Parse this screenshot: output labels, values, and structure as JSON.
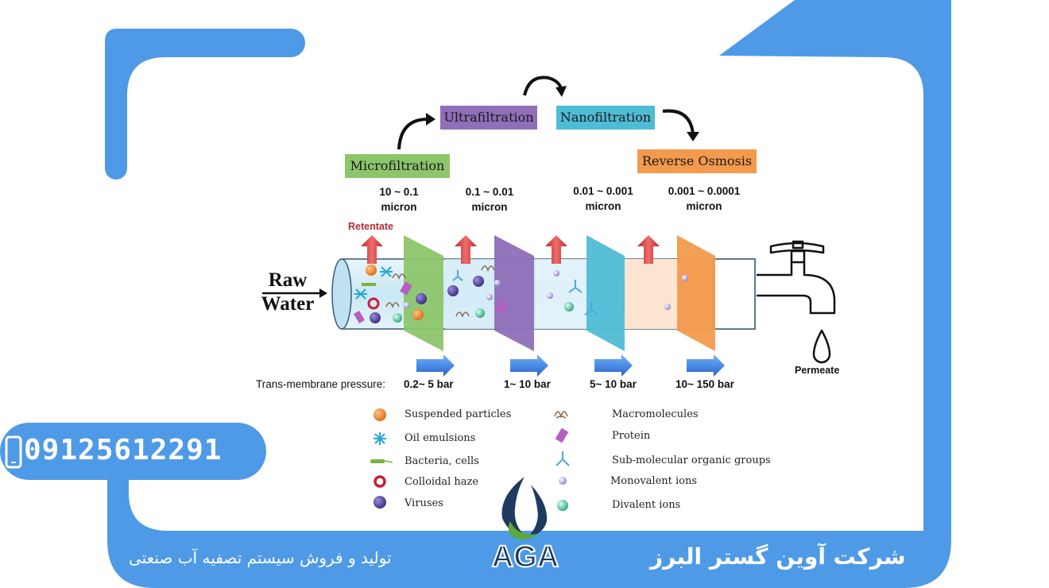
{
  "stages": [
    {
      "name": "Microfiltration",
      "color": "#8cc56a",
      "size": "10 ~ 0.1\nmicron",
      "pressure": "0.2~ 5 bar"
    },
    {
      "name": "Ultrafiltration",
      "color": "#8e6fb8",
      "size": "0.1 ~ 0.01\nmicron",
      "pressure": "1~ 10 bar"
    },
    {
      "name": "Nanofiltration",
      "color": "#4fbcd5",
      "size": "0.01 ~ 0.001\nmicron",
      "pressure": "5~ 10 bar"
    },
    {
      "name": "Reverse Osmosis",
      "color": "#f39a4d",
      "size": "0.001 ~ 0.0001\nmicron",
      "pressure": "10~ 150 bar"
    }
  ],
  "labels": {
    "retentate": "Retentate",
    "raw_water_1": "Raw",
    "raw_water_2": "Water",
    "permeate": "Permeate",
    "tmp": "Trans-membrane pressure:"
  },
  "legend": {
    "left": [
      {
        "icon": "suspended-particle-icon",
        "label": "Suspended particles"
      },
      {
        "icon": "oil-emulsion-icon",
        "label": "Oil emulsions"
      },
      {
        "icon": "bacteria-icon",
        "label": "Bacteria, cells"
      },
      {
        "icon": "colloidal-haze-icon",
        "label": "Colloidal haze"
      },
      {
        "icon": "virus-icon",
        "label": "Viruses"
      }
    ],
    "right": [
      {
        "icon": "macromolecule-icon",
        "label": "Macromolecules"
      },
      {
        "icon": "protein-icon",
        "label": "Protein"
      },
      {
        "icon": "sub-molecular-icon",
        "label": "Sub-molecular organic groups"
      },
      {
        "icon": "monovalent-ion-icon",
        "label": "Monovalent ions"
      },
      {
        "icon": "divalent-ion-icon",
        "label": "Divalent ions"
      }
    ]
  },
  "branding": {
    "phone": "09125612291",
    "logo_text": "AGA",
    "company_name": "شرکت آوین گستر البرز",
    "tagline": "تولید و فروش سیستم تصفیه آب صنعتی",
    "frame_color": "#4e9ae6"
  }
}
